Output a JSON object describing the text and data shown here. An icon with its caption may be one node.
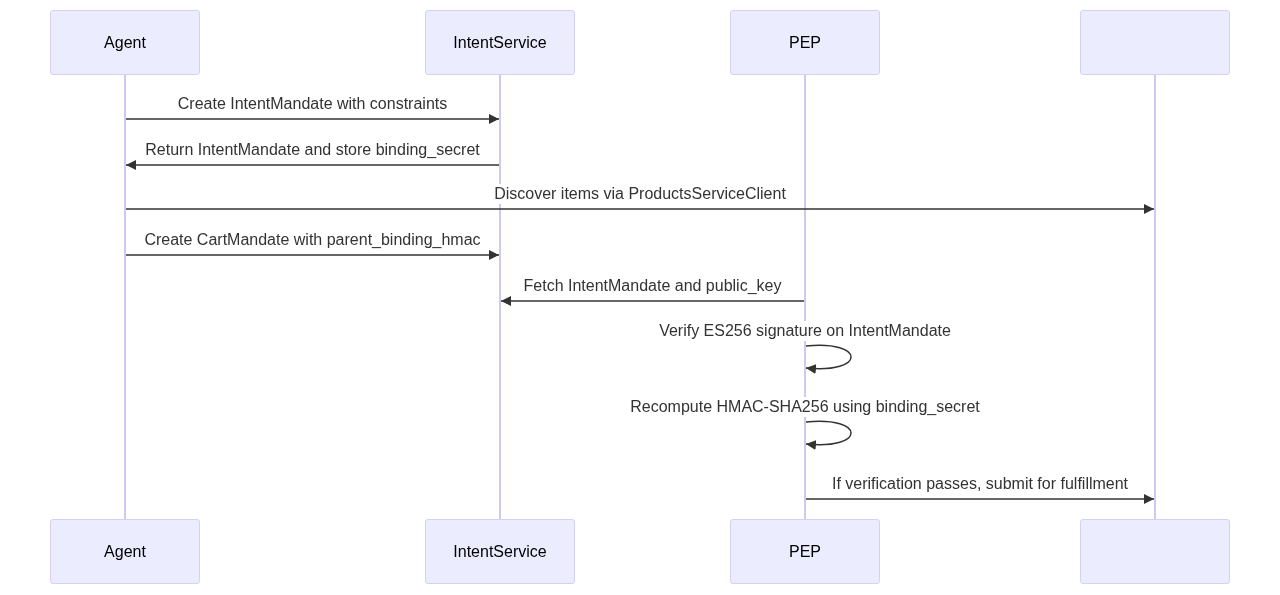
{
  "diagram": {
    "nodes": [
      {
        "text": [
          "Agent"
        ]
      },
      {
        "text": [
          "IntentService"
        ]
      },
      {
        "text": [
          "PEP"
        ]
      },
      {
        "text": [],
        "shape": "box"
      },
      {
        "text": [
          "Agent"
        ]
      },
      {
        "text": [
          "IntentService"
        ]
      },
      {
        "text": [
          "PEP"
        ]
      },
      {
        "text": [],
        "shape": "box"
      },
      {
        "text": [],
        "shape": "bar"
      },
      {
        "text": [],
        "shape": "bar"
      },
      {
        "text": [],
        "shape": "bar"
      },
      {
        "text": [],
        "shape": "bar"
      }
    ],
    "edges": [
      {
        "from": 8,
        "to": 9,
        "arrow": "to",
        "label": "Create IntentMandate with constraints"
      },
      {
        "from": 9,
        "to": 8,
        "arrow": "to",
        "label": "Return IntentMandate and store binding_secret"
      },
      {
        "from": 8,
        "to": 11,
        "arrow": "to",
        "label": "Discover items via ProductsServiceClient"
      },
      {
        "from": 8,
        "to": 9,
        "arrow": "to",
        "label": "Create CartMandate with parent_binding_hmac"
      },
      {
        "from": 10,
        "to": 9,
        "arrow": "to",
        "label": "Fetch IntentMandate and public_key"
      },
      {
        "from": 10,
        "to": 10,
        "arrow": "to",
        "label": "Verify ES256 signature on IntentMandate"
      },
      {
        "from": 10,
        "to": 10,
        "arrow": "to",
        "label": "Recompute HMAC-SHA256 using binding_secret"
      },
      {
        "from": 10,
        "to": 11,
        "arrow": "to",
        "label": "If verification passes, submit for fulfillment"
      }
    ]
  }
}
